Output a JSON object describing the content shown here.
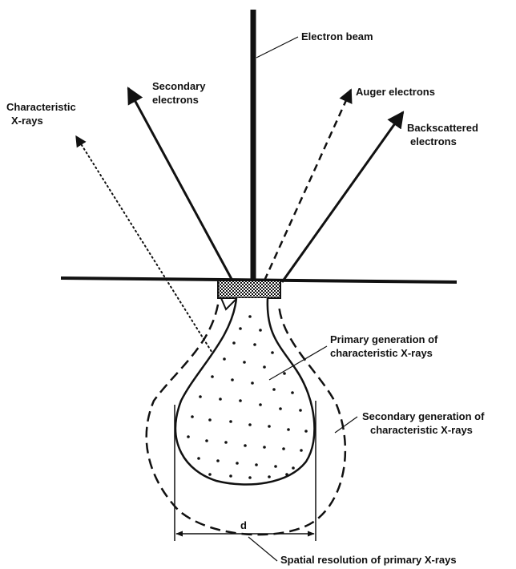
{
  "labels": {
    "electron_beam": "Electron beam",
    "secondary_electrons": [
      "Secondary",
      "electrons"
    ],
    "auger_electrons": "Auger electrons",
    "characteristic_xrays": [
      "Characteristic",
      "X-rays"
    ],
    "backscattered_electrons": [
      "Backscattered",
      "electrons"
    ],
    "primary_generation": [
      "Primary generation of",
      "characteristic X-rays"
    ],
    "secondary_generation": [
      "Secondary generation of",
      "characteristic X-rays"
    ],
    "dimension_symbol": "d",
    "spatial_resolution": "Spatial resolution of primary X-rays"
  },
  "colors": {
    "ink": "#111111",
    "background": "#ffffff"
  }
}
